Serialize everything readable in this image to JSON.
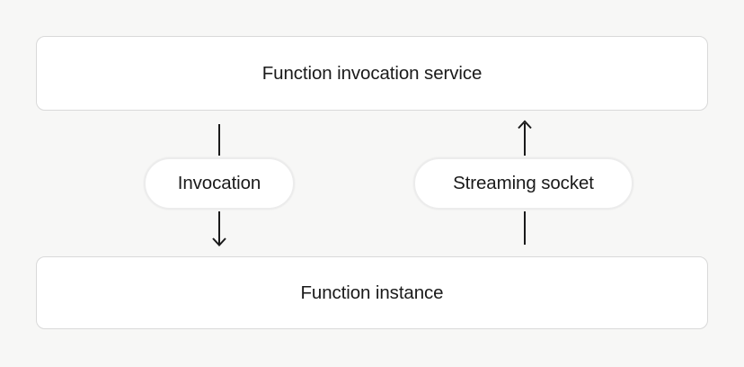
{
  "diagram": {
    "top_node": {
      "label": "Function invocation service"
    },
    "bottom_node": {
      "label": "Function instance"
    },
    "edges": [
      {
        "label": "Invocation",
        "direction": "down",
        "from": "Function invocation service",
        "to": "Function instance"
      },
      {
        "label": "Streaming socket",
        "direction": "up",
        "from": "Function instance",
        "to": "Function invocation service"
      }
    ],
    "colors": {
      "background": "#f7f7f6",
      "node_background": "#ffffff",
      "node_border": "#d9d9d9",
      "pill_border": "#ececec",
      "arrow_line": "#1a1a1a",
      "text": "#1a1a1a"
    }
  }
}
